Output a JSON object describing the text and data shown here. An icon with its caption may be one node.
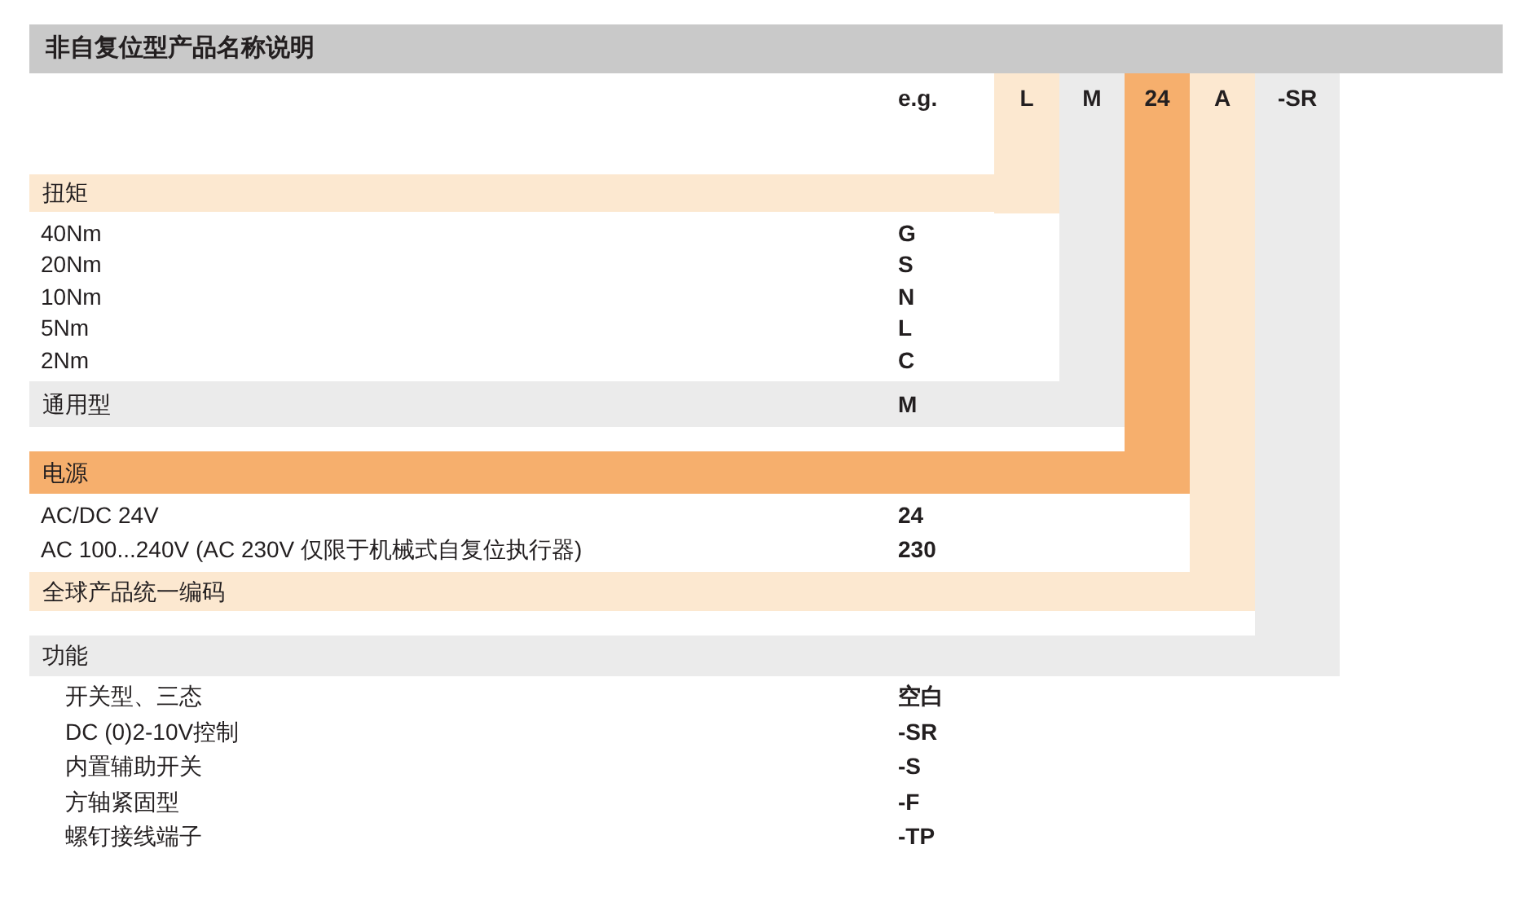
{
  "diagram": {
    "title": "非自复位型产品名称说明",
    "labels": [
      "e.g.",
      "L",
      "M",
      "24",
      "A",
      "-SR",
      "扭矩",
      "40Nm",
      "G",
      "20Nm",
      "S",
      "10Nm",
      "N",
      "5Nm",
      "L",
      "2Nm",
      "C",
      "通用型",
      "M",
      "电源",
      "AC/DC 24V",
      "24",
      "AC 100...240V (AC 230V 仅限于机械式自复位执行器)",
      "230",
      "全球产品统一编码",
      "功能",
      "开关型、三态",
      "空白",
      "DC (0)2-10V控制",
      "-SR",
      "内置辅助开关",
      "-S",
      "方轴紧固型",
      "-F",
      "螺钉接线端子",
      "-TP"
    ]
  }
}
